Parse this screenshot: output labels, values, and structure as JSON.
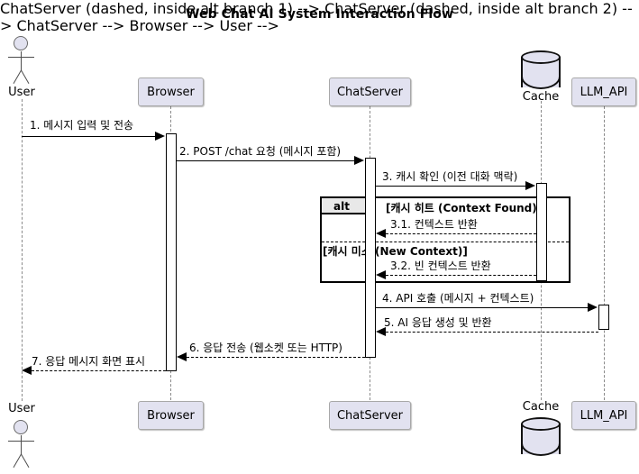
{
  "diagram": {
    "type": "uml-sequence-diagram",
    "title": "Web Chat AI System Interaction Flow",
    "colors": {
      "participant_fill": "#E2E2F0",
      "participant_border": "#A8A8A8",
      "fragment_tab_fill": "#E8E8E8",
      "line": "#000000",
      "lifeline": "#8A8A8A",
      "background": "#FFFFFF"
    }
  },
  "participants": [
    {
      "id": "user",
      "label": "User",
      "shape": "actor"
    },
    {
      "id": "browser",
      "label": "Browser",
      "shape": "box"
    },
    {
      "id": "chatserver",
      "label": "ChatServer",
      "shape": "box"
    },
    {
      "id": "cache",
      "label": "Cache",
      "shape": "database"
    },
    {
      "id": "llm_api",
      "label": "LLM_API",
      "shape": "box"
    }
  ],
  "messages": [
    {
      "num": "1.",
      "label": "1. 메시지 입력 및 전송",
      "from": "user",
      "to": "browser",
      "style": "solid",
      "direction": "right"
    },
    {
      "num": "2.",
      "label": "2. POST /chat 요청 (메시지 포함)",
      "from": "browser",
      "to": "chatserver",
      "style": "solid",
      "direction": "right"
    },
    {
      "num": "3.",
      "label": "3. 캐시 확인 (이전 대화 맥락)",
      "from": "chatserver",
      "to": "cache",
      "style": "solid",
      "direction": "right"
    },
    {
      "num": "3.1.",
      "label": "3.1. 컨텍스트 반환",
      "from": "cache",
      "to": "chatserver",
      "style": "dashed",
      "direction": "left"
    },
    {
      "num": "3.2.",
      "label": "3.2. 빈 컨텍스트 반환",
      "from": "cache",
      "to": "chatserver",
      "style": "dashed",
      "direction": "left"
    },
    {
      "num": "4.",
      "label": "4. API 호출 (메시지 + 컨텍스트)",
      "from": "chatserver",
      "to": "llm_api",
      "style": "solid",
      "direction": "right"
    },
    {
      "num": "5.",
      "label": "5. AI 응답 생성 및 반환",
      "from": "llm_api",
      "to": "chatserver",
      "style": "dashed",
      "direction": "left"
    },
    {
      "num": "6.",
      "label": "6. 응답 전송 (웹소켓 또는 HTTP)",
      "from": "chatserver",
      "to": "browser",
      "style": "dashed",
      "direction": "left"
    },
    {
      "num": "7.",
      "label": "7. 응답 메시지 화면 표시",
      "from": "browser",
      "to": "user",
      "style": "dashed",
      "direction": "left"
    }
  ],
  "fragments": [
    {
      "operator": "alt",
      "branches": [
        {
          "guard": "[캐시 히트 (Context Found)]"
        },
        {
          "guard": "[캐시 미스 (New Context)]"
        }
      ]
    }
  ]
}
